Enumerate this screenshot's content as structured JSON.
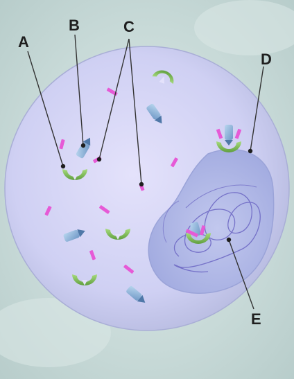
{
  "labels": {
    "a": "A",
    "b": "B",
    "c": "C",
    "d": "D",
    "e": "E"
  },
  "colors": {
    "background": "#cfdedd",
    "cell": "#c6c9f0",
    "nucleus": "#a9b2e6",
    "chromatin": "#6a64c2",
    "green_structure": "#7fbf5a",
    "blue_structure": "#8fb6dc",
    "pink_structure": "#e65ad6",
    "leader_line": "#333333"
  }
}
